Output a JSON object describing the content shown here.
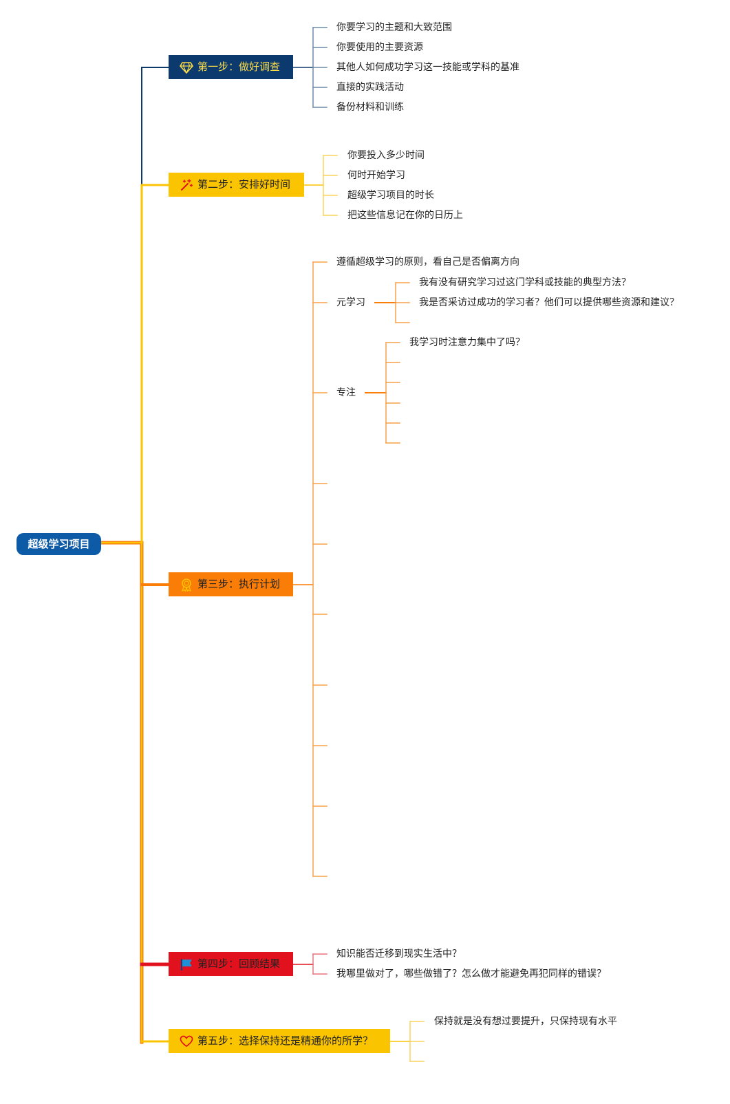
{
  "root": {
    "label": "超级学习项目"
  },
  "steps": [
    {
      "label": "第一步：做好调查",
      "icon": "diamond-icon",
      "items": [
        "你要学习的主题和大致范围",
        "你要使用的主要资源",
        "其他人如何成功学习这一技能或学科的基准",
        "直接的实践活动",
        "备份材料和训练"
      ]
    },
    {
      "label": "第二步：安排好时间",
      "icon": "magic-wand-icon",
      "items": [
        "你要投入多少时间",
        "何时开始学习",
        "超级学习项目的时长",
        "把这些信息记在你的日历上"
      ]
    },
    {
      "label": "第三步：执行计划",
      "icon": "award-badge-icon",
      "items": [
        "遵循超级学习的原则，看自己是否偏离方向",
        "元学习",
        "专注"
      ],
      "meta_learning": [
        "我有没有研究学习过这门学科或技能的典型方法？",
        "我是否采访过成功的学习者？他们可以提供哪些资源和建议？"
      ],
      "focus": [
        "我学习时注意力集中了吗？"
      ]
    },
    {
      "label": "第四步：回顾结果",
      "icon": "flag-icon",
      "items": [
        "知识能否迁移到现实生活中？",
        "我哪里做对了，哪些做错了？怎么做才能避免再犯同样的错误？"
      ]
    },
    {
      "label": "第五步：选择保持还是精通你的所学？",
      "icon": "heart-icon",
      "items": [
        "保持就是没有想过要提升，只保持现有水平"
      ]
    }
  ],
  "colors": {
    "navy": "#0c3a6e",
    "yellow": "#fbc400",
    "orange": "#f97d06",
    "red": "#e1121e",
    "root_blue": "#0d5aa7"
  }
}
